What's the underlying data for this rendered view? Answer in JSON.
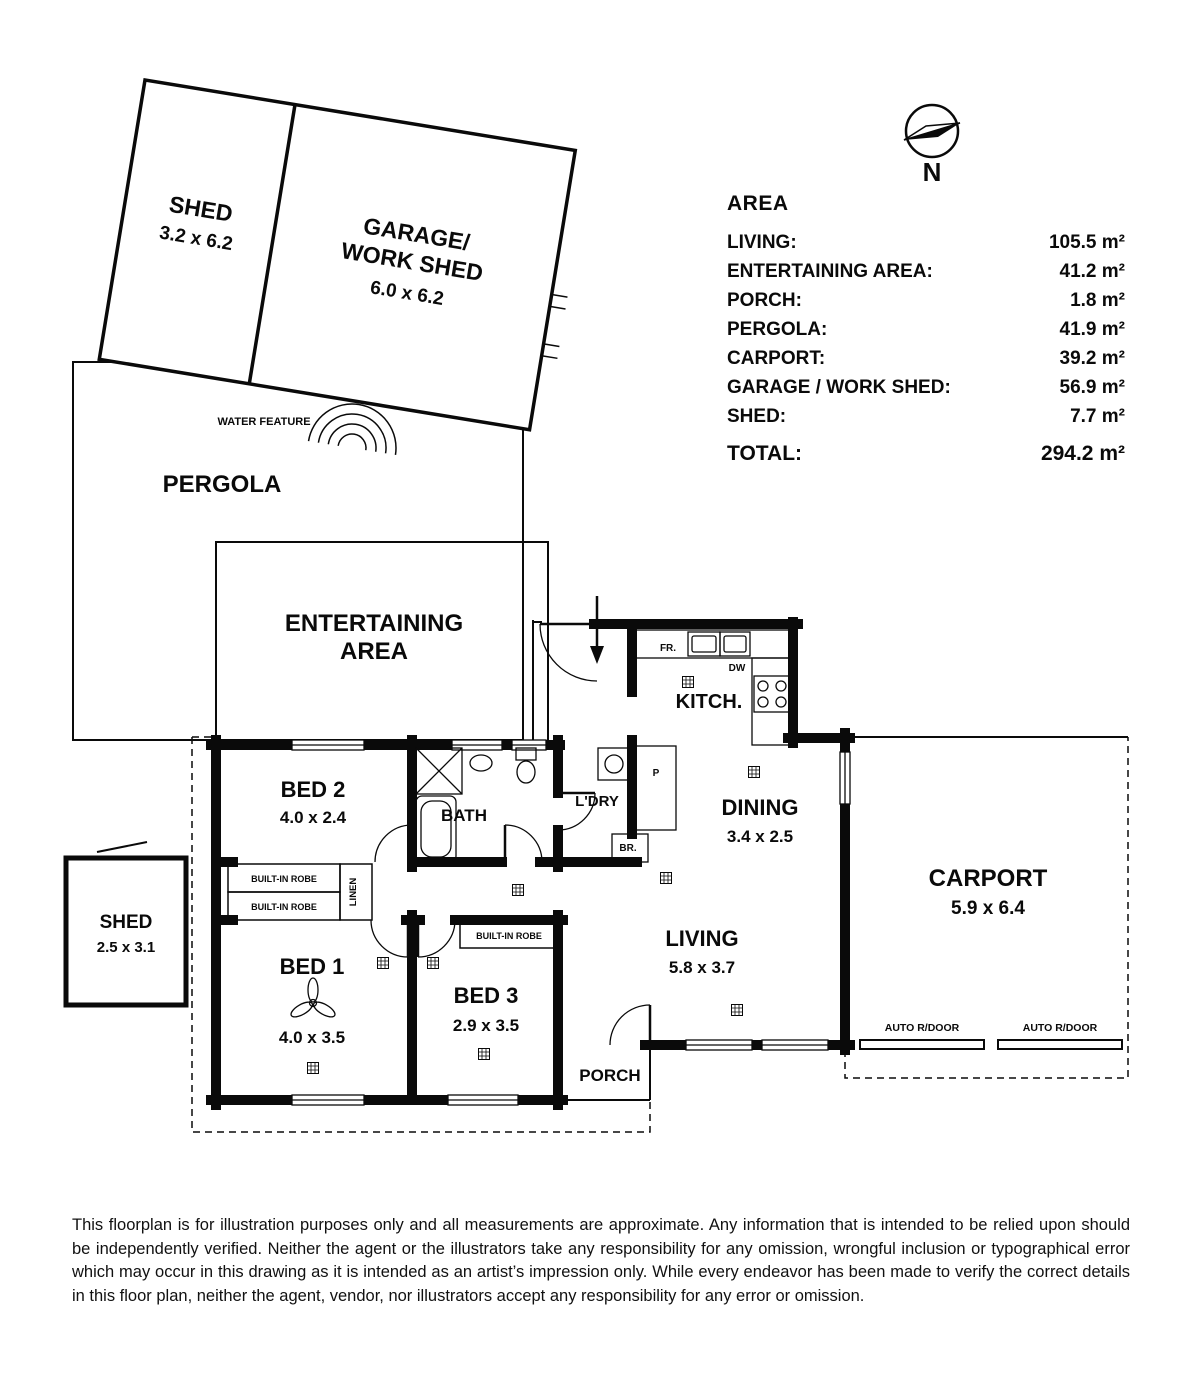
{
  "compass": {
    "label": "N"
  },
  "area_table": {
    "title": "AREA",
    "rows": [
      {
        "label": "LIVING:",
        "value": "105.5 m²"
      },
      {
        "label": "ENTERTAINING AREA:",
        "value": "41.2 m²"
      },
      {
        "label": "PORCH:",
        "value": "1.8 m²"
      },
      {
        "label": "PERGOLA:",
        "value": "41.9 m²"
      },
      {
        "label": "CARPORT:",
        "value": "39.2 m²"
      },
      {
        "label": "GARAGE / WORK SHED:",
        "value": "56.9 m²"
      },
      {
        "label": "SHED:",
        "value": "7.7 m²"
      }
    ],
    "total_label": "TOTAL:",
    "total_value": "294.2 m²"
  },
  "plan": {
    "shed_nw": {
      "name": "SHED",
      "dims": "3.2 x 6.2"
    },
    "garage": {
      "line1": "GARAGE/",
      "line2": "WORK SHED",
      "dims": "6.0 x 6.2"
    },
    "water_feature": "WATER FEATURE",
    "pergola": "PERGOLA",
    "entertaining": {
      "line1": "ENTERTAINING",
      "line2": "AREA"
    },
    "kitchen": {
      "name": "KITCH.",
      "fridge": "FR.",
      "dishwasher": "DW"
    },
    "pantry": "P",
    "broom": "BR.",
    "bed2": {
      "name": "BED 2",
      "dims": "4.0 x 2.4"
    },
    "bath": {
      "name": "BATH"
    },
    "laundry": {
      "name": "L'DRY"
    },
    "dining": {
      "name": "DINING",
      "dims": "3.4 x 2.5"
    },
    "carport": {
      "name": "CARPORT",
      "dims": "5.9 x 6.4"
    },
    "robe_bed2": "BUILT-IN ROBE",
    "robe_bed1": "BUILT-IN ROBE",
    "robe_bed3": "BUILT-IN ROBE",
    "linen": "LINEN",
    "bed1": {
      "name": "BED 1",
      "dims": "4.0 x 3.5"
    },
    "bed3": {
      "name": "BED 3",
      "dims": "2.9 x 3.5"
    },
    "living": {
      "name": "LIVING",
      "dims": "5.8 x 3.7"
    },
    "porch": "PORCH",
    "auto_door_left": "AUTO R/DOOR",
    "auto_door_right": "AUTO R/DOOR",
    "shed_w": {
      "name": "SHED",
      "dims": "2.5 x 3.1"
    }
  },
  "disclaimer": "This floorplan is for illustration purposes only and all measurements are approximate. Any information that is intended to be relied upon should be independently verified. Neither the agent or the illustrators take any responsibility for any omission, wrongful inclusion or typographical error which may occur in this drawing as it is intended as an artist’s impression only. While every endeavor has been made to verify the correct details in this floor plan, neither the agent, vendor, nor illustrators accept any responsibility for any error or omission."
}
